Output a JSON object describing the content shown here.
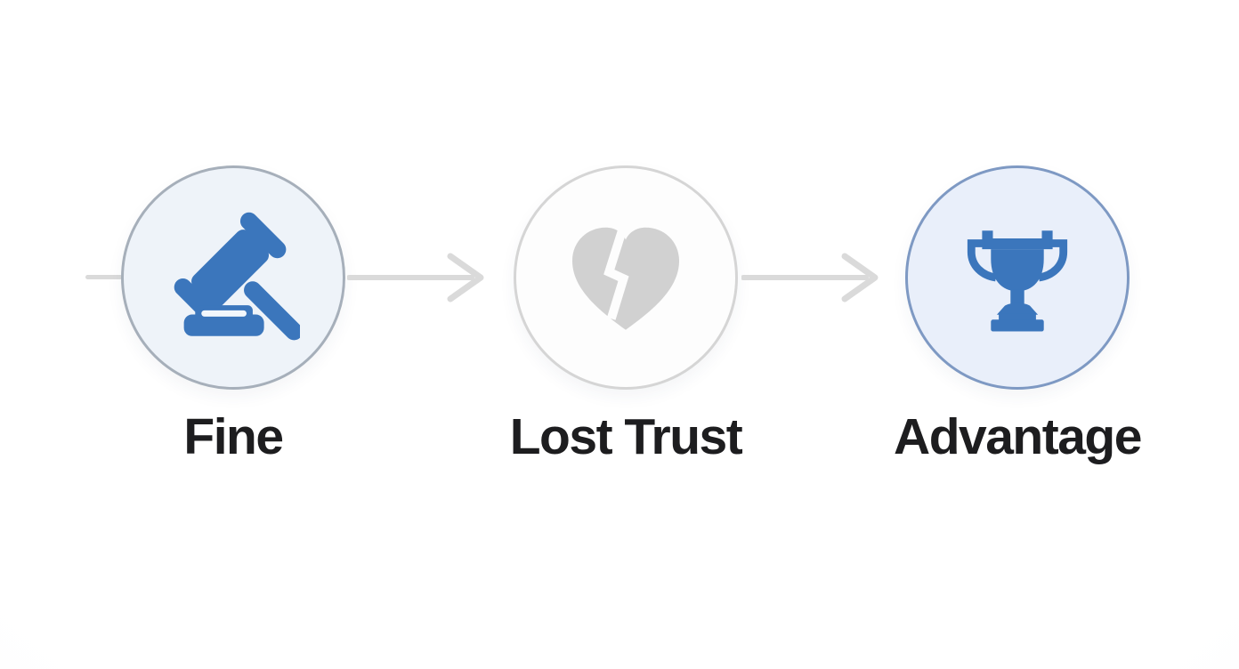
{
  "diagram": {
    "title": "consequence-flow",
    "steps": [
      {
        "id": "fine",
        "label": "Fine",
        "icon": "gavel-icon",
        "emphasis": "blue"
      },
      {
        "id": "lost-trust",
        "label": "Lost Trust",
        "icon": "broken-heart-icon",
        "emphasis": "muted"
      },
      {
        "id": "advantage",
        "label": "Advantage",
        "icon": "trophy-icon",
        "emphasis": "blue"
      }
    ],
    "connectors": [
      {
        "from": "edge-left",
        "to": "fine",
        "type": "line-stub"
      },
      {
        "from": "fine",
        "to": "lost-trust",
        "type": "arrow-right"
      },
      {
        "from": "lost-trust",
        "to": "advantage",
        "type": "arrow-right"
      }
    ]
  },
  "colors": {
    "icon_blue": "#3b76bc",
    "icon_gray": "#d1d1d1",
    "gavel_node_fill": "#eef3f9",
    "gavel_node_border": "#a6afba",
    "heart_node_fill": "#fdfdfd",
    "heart_node_border": "#d5d5d5",
    "trophy_node_fill": "#e9effa",
    "trophy_node_border": "#7e99c3",
    "connector_gray": "#dadada",
    "label_color": "#1d1d1f"
  }
}
